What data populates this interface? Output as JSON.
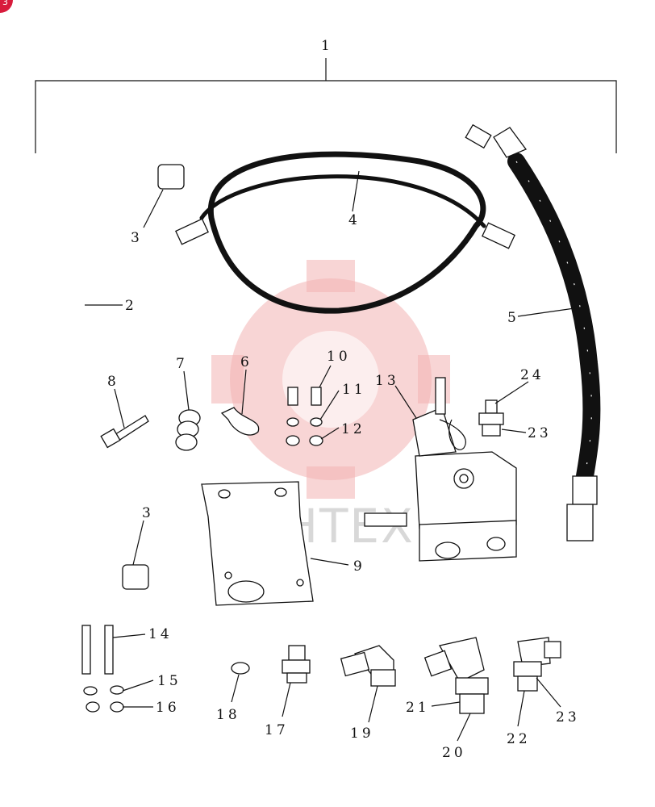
{
  "badge_label": "3",
  "watermark_text": "ИНТЕХ",
  "callouts": [
    {
      "id": "1",
      "text": "1"
    },
    {
      "id": "2",
      "text": "2"
    },
    {
      "id": "3a",
      "text": "3"
    },
    {
      "id": "3b",
      "text": "3"
    },
    {
      "id": "4",
      "text": "4"
    },
    {
      "id": "5",
      "text": "5"
    },
    {
      "id": "6",
      "text": "6"
    },
    {
      "id": "7",
      "text": "7"
    },
    {
      "id": "8",
      "text": "8"
    },
    {
      "id": "9",
      "text": "9"
    },
    {
      "id": "10",
      "text": "10"
    },
    {
      "id": "11",
      "text": "11"
    },
    {
      "id": "12",
      "text": "12"
    },
    {
      "id": "13",
      "text": "13"
    },
    {
      "id": "14",
      "text": "14"
    },
    {
      "id": "15",
      "text": "15"
    },
    {
      "id": "16",
      "text": "16"
    },
    {
      "id": "17",
      "text": "17"
    },
    {
      "id": "18",
      "text": "18"
    },
    {
      "id": "19",
      "text": "19"
    },
    {
      "id": "20",
      "text": "20"
    },
    {
      "id": "21",
      "text": "21"
    },
    {
      "id": "22",
      "text": "22"
    },
    {
      "id": "23a",
      "text": "23"
    },
    {
      "id": "23b",
      "text": "23"
    },
    {
      "id": "24",
      "text": "24"
    }
  ],
  "colors": {
    "badge": "#d81b3c",
    "watermark": "#f3b3b3",
    "ink": "#111111"
  }
}
